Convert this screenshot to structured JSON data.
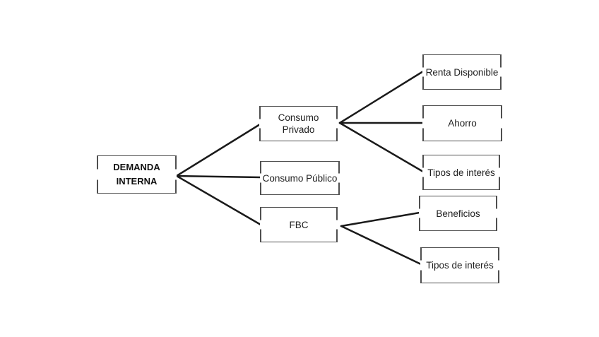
{
  "diagram": {
    "background_color": "#ffffff",
    "line_color": "#1a1a1a",
    "box_border_color": "#4f4f4f",
    "nodes": {
      "root": {
        "label": "DEMANDA INTERNA"
      },
      "consumo_privado": {
        "label": "Consumo Privado"
      },
      "consumo_publico": {
        "label": "Consumo Público"
      },
      "fbc": {
        "label": "FBC"
      },
      "renta_disponible": {
        "label": "Renta Disponible"
      },
      "ahorro": {
        "label": "Ahorro"
      },
      "tipos_interes_1": {
        "label": "Tipos de interés"
      },
      "beneficios": {
        "label": "Beneficios"
      },
      "tipos_interes_2": {
        "label": "Tipos de interés"
      }
    },
    "edges": [
      {
        "from": "root",
        "to": "consumo_privado"
      },
      {
        "from": "root",
        "to": "consumo_publico"
      },
      {
        "from": "root",
        "to": "fbc"
      },
      {
        "from": "consumo_privado",
        "to": "renta_disponible"
      },
      {
        "from": "consumo_privado",
        "to": "ahorro"
      },
      {
        "from": "consumo_privado",
        "to": "tipos_interes_1"
      },
      {
        "from": "fbc",
        "to": "beneficios"
      },
      {
        "from": "fbc",
        "to": "tipos_interes_2"
      }
    ]
  }
}
